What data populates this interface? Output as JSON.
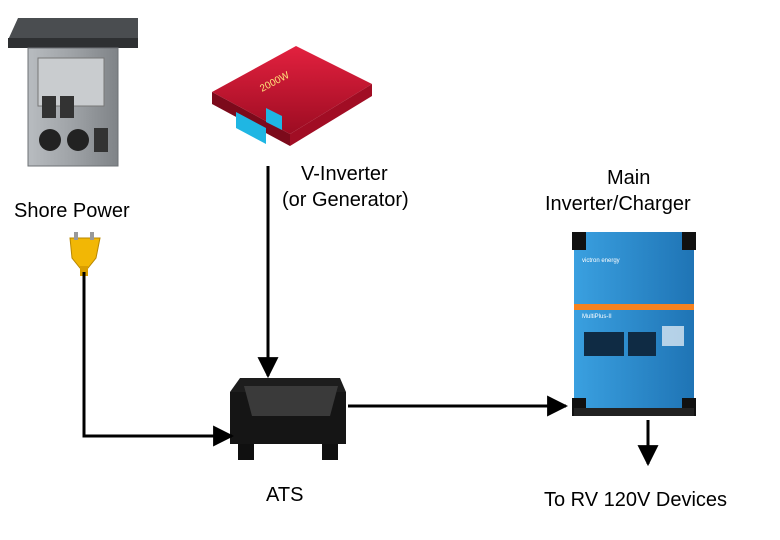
{
  "nodes": {
    "shore_power": {
      "label": "Shore Power"
    },
    "v_inverter": {
      "label_line1": "V-Inverter",
      "label_line2": "(or Generator)",
      "device_badge": "2000W"
    },
    "main_inverter": {
      "label_line1": "Main",
      "label_line2": "Inverter/Charger",
      "device_brand": "victron energy",
      "device_model": "MultiPlus-II"
    },
    "ats": {
      "label": "ATS"
    },
    "output": {
      "label": "To RV 120V Devices"
    }
  },
  "colors": {
    "line": "#000000",
    "inverter_red": "#c8102e",
    "victron_blue": "#2a86c9",
    "victron_orange": "#f58220",
    "plug_yellow": "#f2b705",
    "panel_gray": "#8e9296"
  }
}
